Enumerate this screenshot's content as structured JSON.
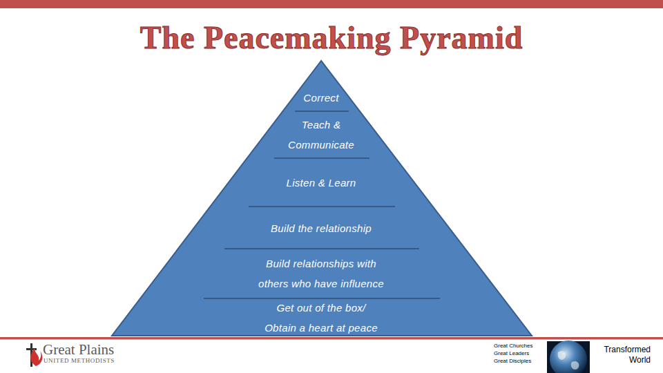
{
  "diagram": {
    "title": "The Peacemaking Pyramid",
    "nodes": [
      {
        "text": [
          "Correct"
        ]
      },
      {
        "text": [
          "Teach & Communicate"
        ]
      },
      {
        "text": [
          "Listen & Learn"
        ]
      },
      {
        "text": [
          "Build the relationship"
        ]
      },
      {
        "text": [
          "Build relationships with others who have influence"
        ]
      },
      {
        "text": [
          "Get out of the box/ Obtain a heart at peace"
        ]
      }
    ],
    "labels": [
      "Great Plains",
      "UNITED METHODISTS",
      "Great Churches Great Leaders Great Disciples",
      "Transformed World"
    ]
  }
}
